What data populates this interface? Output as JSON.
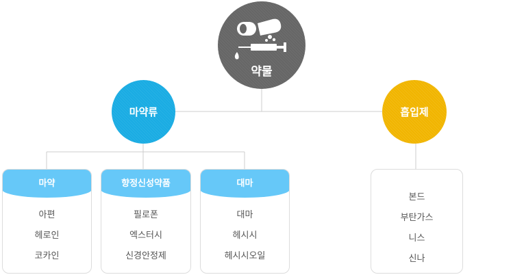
{
  "root": {
    "label": "약물",
    "icon": "pill-syringe-icon",
    "color": "#666666"
  },
  "narcotics": {
    "label": "마약류",
    "color": "#1aace3",
    "categories": [
      {
        "title": "마약",
        "items": [
          "아편",
          "헤로인",
          "코카인"
        ]
      },
      {
        "title": "향정신성약품",
        "items": [
          "필로폰",
          "엑스터시",
          "신경안정제"
        ]
      },
      {
        "title": "대마",
        "items": [
          "대마",
          "헤시시",
          "헤시시오일"
        ]
      }
    ]
  },
  "inhalants": {
    "label": "흡입제",
    "color": "#f1b500",
    "items": [
      "본드",
      "부탄가스",
      "니스",
      "신나"
    ]
  },
  "colors": {
    "card_header": "#66c8f8",
    "line": "#cccccc",
    "text": "#555555"
  }
}
